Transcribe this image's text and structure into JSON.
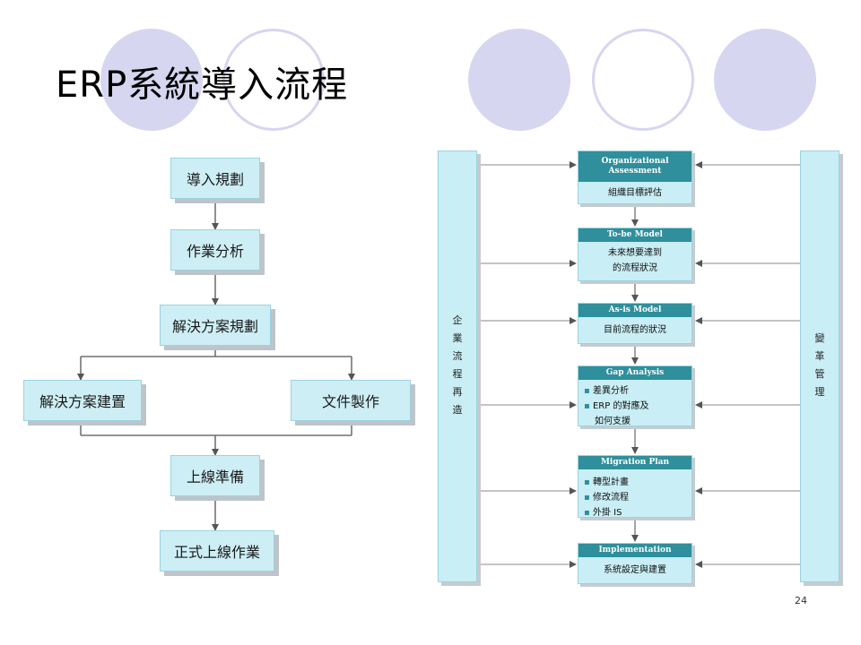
{
  "slide": {
    "title": "ERP系統導入流程",
    "page_number": "24",
    "accent_color": "#d6d6f0"
  },
  "flow_left": {
    "plan": "導入規劃",
    "analysis": "作業分析",
    "solution_planning": "解決方案規劃",
    "solution_build": "解決方案建置",
    "documentation": "文件製作",
    "go_live_prep": "上線準備",
    "go_live": "正式上線作業"
  },
  "flow_right": {
    "left_side": [
      "企",
      "業",
      "流",
      "程",
      "再",
      "造"
    ],
    "right_side": [
      "變",
      "革",
      "管",
      "理"
    ],
    "steps": [
      {
        "title": "Organizational Assessment",
        "body": [
          "組織目標評估"
        ]
      },
      {
        "title": "To-be  Model",
        "body": [
          "未來想要達到",
          "的流程狀況"
        ]
      },
      {
        "title": "As-is Model",
        "body": [
          "目前流程的狀況"
        ]
      },
      {
        "title": "Gap Analysis",
        "body": [
          "差異分析",
          "ERP 的對應及",
          "如何支援"
        ]
      },
      {
        "title": "Migration Plan",
        "body": [
          "轉型計畫",
          "修改流程",
          "外掛 IS"
        ]
      },
      {
        "title": "Implementation",
        "body": [
          "系統設定與建置"
        ]
      }
    ]
  }
}
